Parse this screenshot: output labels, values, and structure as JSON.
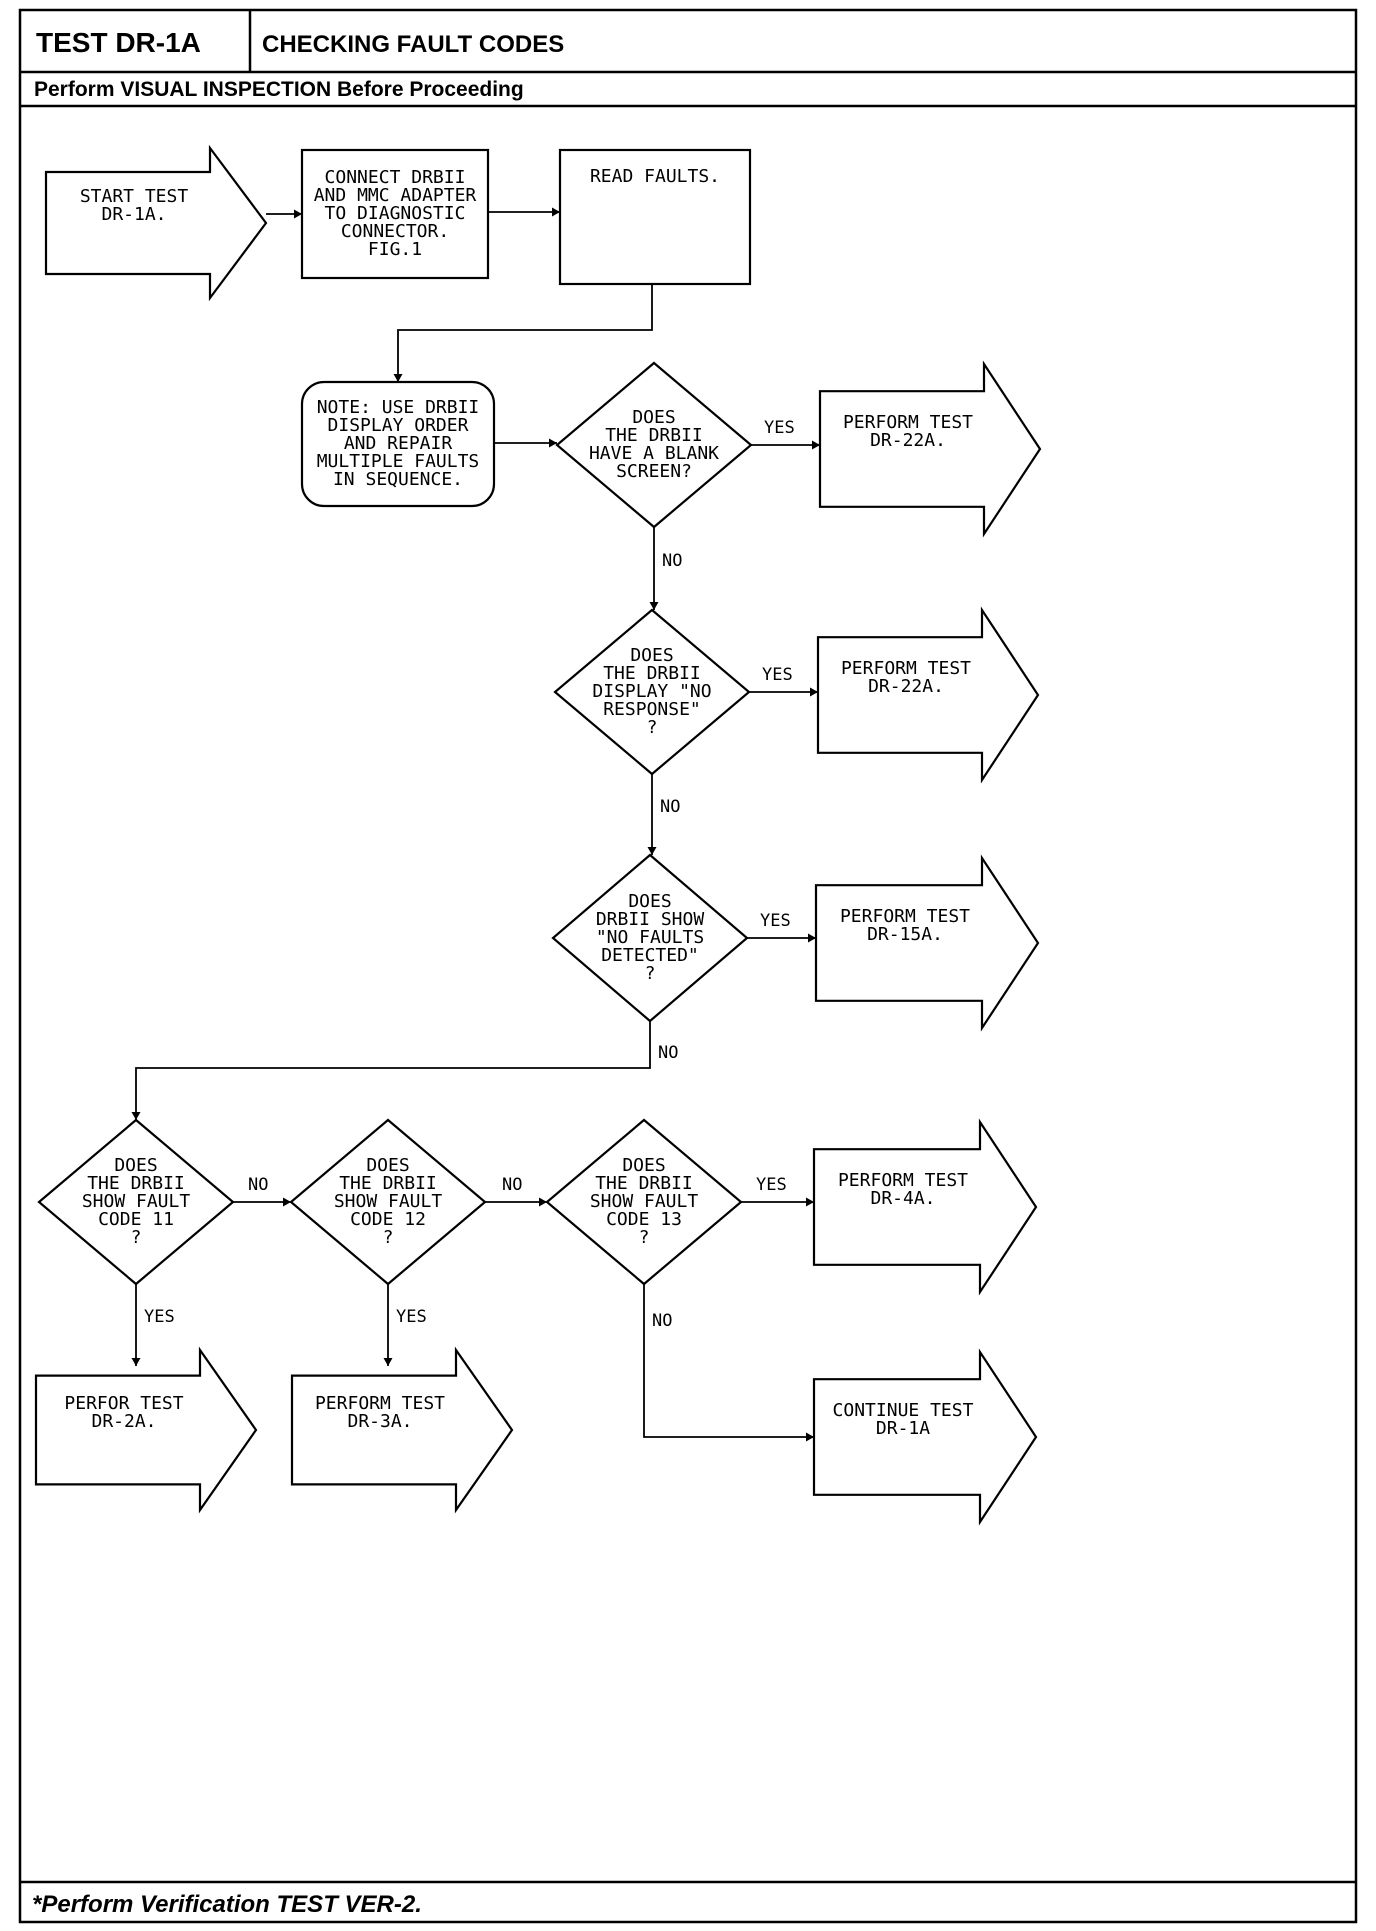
{
  "header": {
    "test_id": "TEST DR-1A",
    "title": "CHECKING FAULT CODES",
    "subtitle": "Perform VISUAL INSPECTION Before Proceeding"
  },
  "footer": {
    "note": "*Perform Verification TEST VER-2."
  },
  "flowchart": {
    "nodes": [
      {
        "id": "start",
        "kind": "arrow",
        "text": [
          "START TEST",
          "DR-1A."
        ]
      },
      {
        "id": "connect",
        "kind": "box",
        "text": [
          "CONNECT DRBII",
          "AND MMC ADAPTER",
          "TO DIAGNOSTIC",
          "CONNECTOR.",
          "FIG.1"
        ]
      },
      {
        "id": "read",
        "kind": "box",
        "text": [
          "READ FAULTS."
        ]
      },
      {
        "id": "note",
        "kind": "rounded",
        "text": [
          "NOTE: USE DRBII",
          "DISPLAY ORDER",
          "AND REPAIR",
          "MULTIPLE FAULTS",
          "IN SEQUENCE."
        ]
      },
      {
        "id": "q_blank",
        "kind": "decision",
        "text": [
          "DOES",
          "THE DRBII",
          "HAVE A BLANK",
          "SCREEN?"
        ]
      },
      {
        "id": "t22a_1",
        "kind": "arrow",
        "text": [
          "PERFORM TEST",
          "DR-22A."
        ]
      },
      {
        "id": "q_noresp",
        "kind": "decision",
        "text": [
          "DOES",
          "THE DRBII",
          "DISPLAY \"NO",
          "RESPONSE\"",
          "?"
        ]
      },
      {
        "id": "t22a_2",
        "kind": "arrow",
        "text": [
          "PERFORM TEST",
          "DR-22A."
        ]
      },
      {
        "id": "q_nofault",
        "kind": "decision",
        "text": [
          "DOES",
          "DRBII SHOW",
          "\"NO FAULTS",
          "DETECTED\"",
          "?"
        ]
      },
      {
        "id": "t15a",
        "kind": "arrow",
        "text": [
          "PERFORM TEST",
          "DR-15A."
        ]
      },
      {
        "id": "q_11",
        "kind": "decision",
        "text": [
          "DOES",
          "THE DRBII",
          "SHOW FAULT",
          "CODE 11",
          "?"
        ]
      },
      {
        "id": "q_12",
        "kind": "decision",
        "text": [
          "DOES",
          "THE DRBII",
          "SHOW FAULT",
          "CODE 12",
          "?"
        ]
      },
      {
        "id": "q_13",
        "kind": "decision",
        "text": [
          "DOES",
          "THE DRBII",
          "SHOW FAULT",
          "CODE 13",
          "?"
        ]
      },
      {
        "id": "t4a",
        "kind": "arrow",
        "text": [
          "PERFORM TEST",
          "DR-4A."
        ]
      },
      {
        "id": "t2a",
        "kind": "arrow",
        "text": [
          "PERFOR TEST",
          "DR-2A."
        ]
      },
      {
        "id": "t3a",
        "kind": "arrow",
        "text": [
          "PERFORM TEST",
          "DR-3A."
        ]
      },
      {
        "id": "cont1a",
        "kind": "arrow",
        "text": [
          "CONTINUE TEST",
          "DR-1A"
        ]
      }
    ],
    "edges": [
      {
        "from": "start",
        "to": "connect",
        "label": ""
      },
      {
        "from": "connect",
        "to": "read",
        "label": ""
      },
      {
        "from": "read",
        "to": "note",
        "label": ""
      },
      {
        "from": "note",
        "to": "q_blank",
        "label": ""
      },
      {
        "from": "q_blank",
        "to": "t22a_1",
        "label": "YES"
      },
      {
        "from": "q_blank",
        "to": "q_noresp",
        "label": "NO"
      },
      {
        "from": "q_noresp",
        "to": "t22a_2",
        "label": "YES"
      },
      {
        "from": "q_noresp",
        "to": "q_nofault",
        "label": "NO"
      },
      {
        "from": "q_nofault",
        "to": "t15a",
        "label": "YES"
      },
      {
        "from": "q_nofault",
        "to": "q_11",
        "label": "NO"
      },
      {
        "from": "q_11",
        "to": "q_12",
        "label": "NO"
      },
      {
        "from": "q_11",
        "to": "t2a",
        "label": "YES"
      },
      {
        "from": "q_12",
        "to": "q_13",
        "label": "NO"
      },
      {
        "from": "q_12",
        "to": "t3a",
        "label": "YES"
      },
      {
        "from": "q_13",
        "to": "t4a",
        "label": "YES"
      },
      {
        "from": "q_13",
        "to": "cont1a",
        "label": "NO"
      }
    ]
  }
}
